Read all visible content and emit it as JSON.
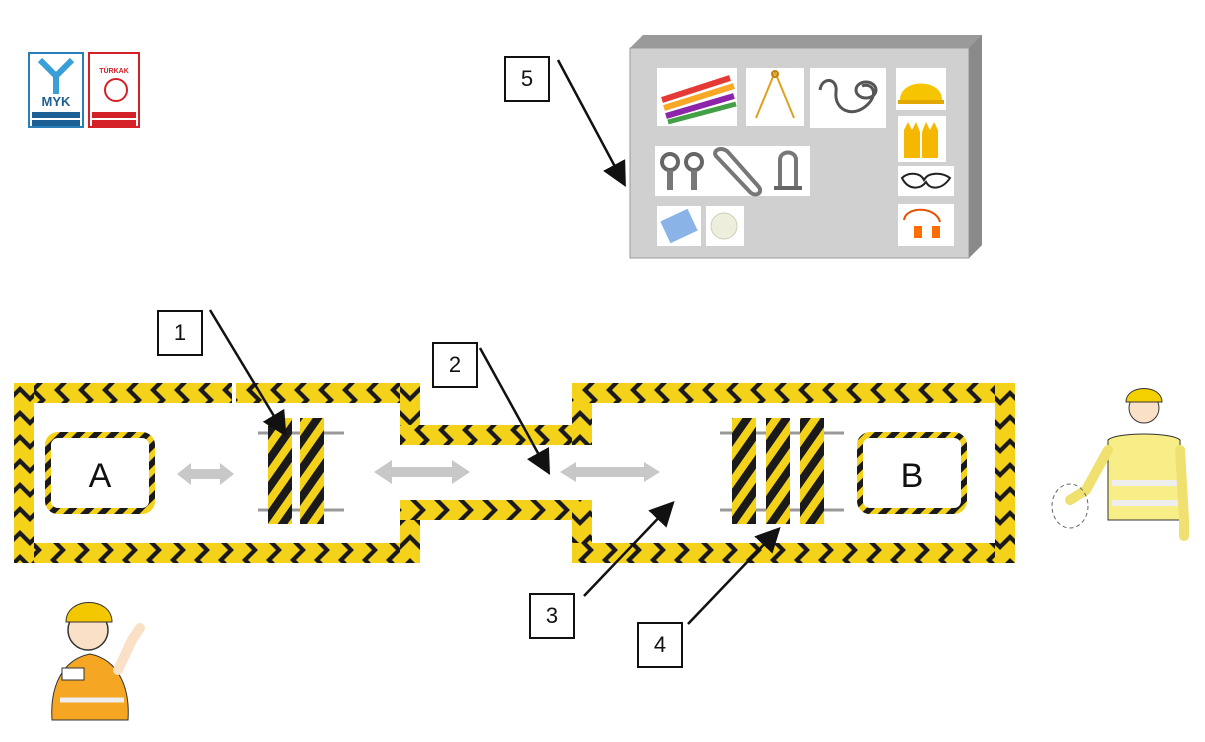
{
  "logos": {
    "myk_text": "MYK",
    "accreditation_text": "TÜRKAK"
  },
  "zones": {
    "zone_a_label": "A",
    "zone_b_label": "B"
  },
  "callouts": [
    {
      "label": "1"
    },
    {
      "label": "2"
    },
    {
      "label": "3"
    },
    {
      "label": "4"
    },
    {
      "label": "5"
    }
  ],
  "colors": {
    "hazard_yellow": "#f4d21a",
    "hazard_black": "#1a1a1a",
    "arrow_gray": "#c8c8c8",
    "board_gray": "#d0d0d0"
  },
  "equipment_board_items": [
    "slings-icon",
    "chain-sling-icon",
    "wire-rope-icon",
    "hard-hat-icon",
    "eyebolts-icon",
    "carabiner-icon",
    "shackle-icon",
    "gloves-icon",
    "safety-glasses-icon",
    "tag-icon",
    "ball-icon",
    "ear-plugs-icon"
  ]
}
